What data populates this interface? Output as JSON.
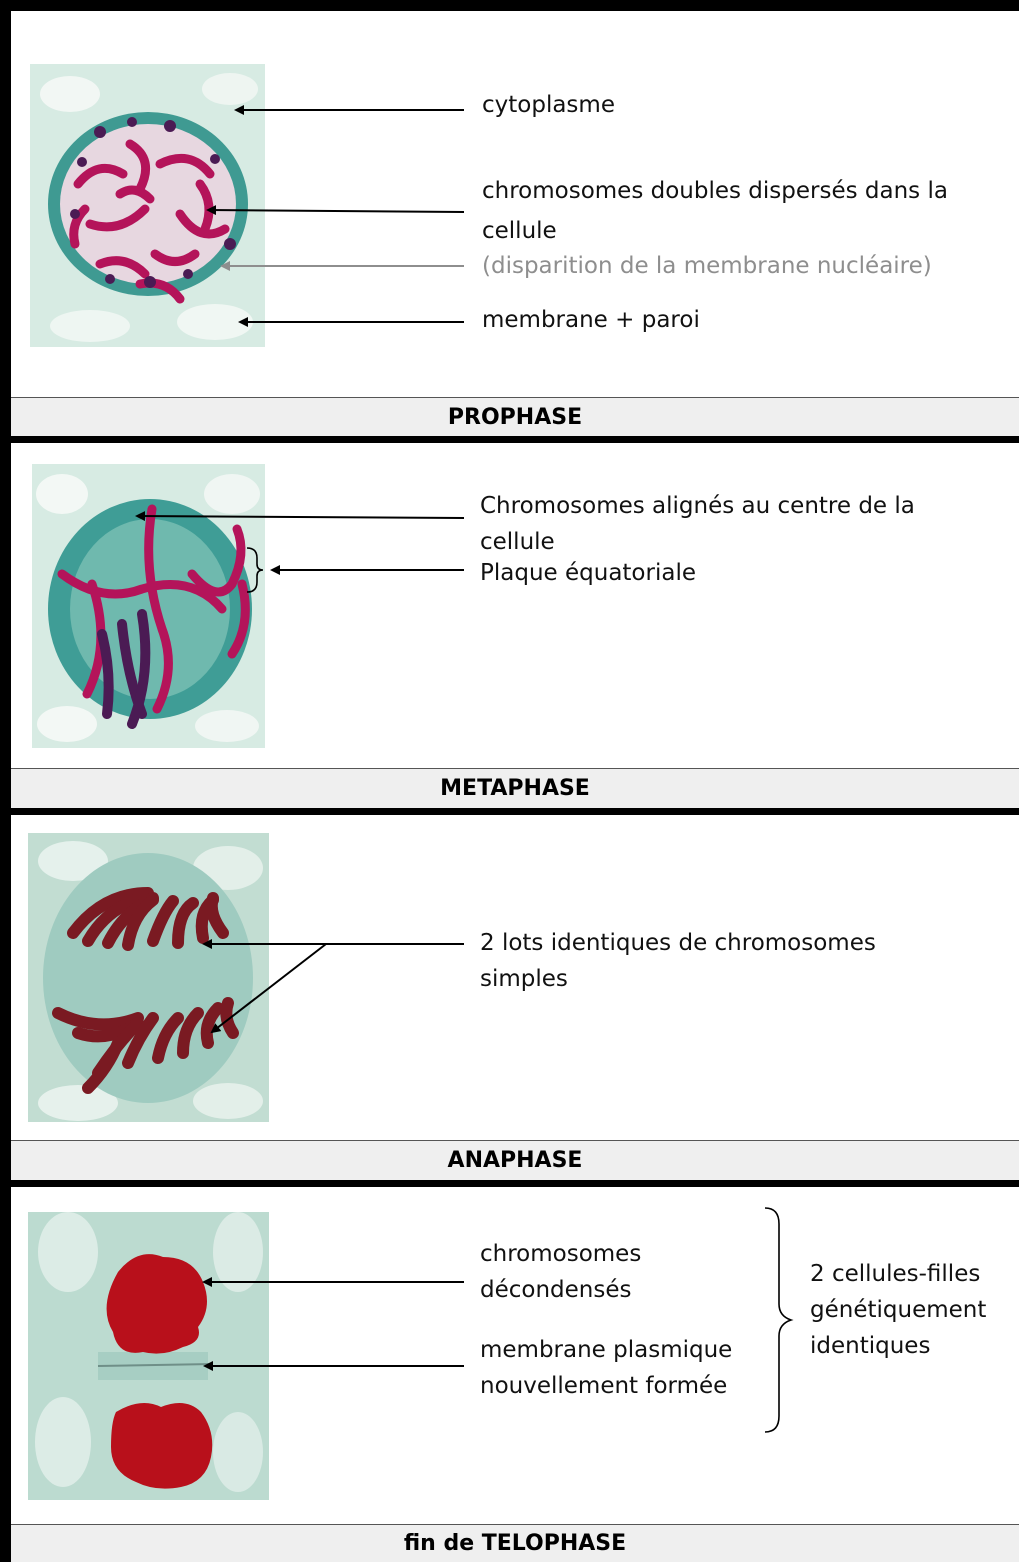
{
  "prophase": {
    "title": "PROPHASE",
    "labels": {
      "cytoplasme": "cytoplasme",
      "chromosomes": "chromosomes doubles dispersés dans la cellule",
      "membrane_nucleaire": "(disparition de la membrane nucléaire)",
      "membrane_paroi": "membrane + paroi"
    }
  },
  "metaphase": {
    "title": "METAPHASE",
    "labels": {
      "chromosomes": "Chromosomes alignés au centre de la cellule",
      "plaque": "Plaque équatoriale"
    }
  },
  "anaphase": {
    "title": "ANAPHASE",
    "labels": {
      "lots": "2 lots identiques de chromosomes simples"
    }
  },
  "telophase": {
    "title": "fin de TELOPHASE",
    "labels": {
      "decondenses": "chromosomes décondensés",
      "membrane": "membrane plasmique nouvellement formée",
      "filles": "2 cellules-filles génétiquement identiques"
    }
  },
  "colors": {
    "cell_bg": "#cfe6dc",
    "cytoplasm_green": "#4fa9a2",
    "chromosome_magenta": "#b4145a",
    "chromosome_dark": "#4b1b54",
    "anaphase_red": "#7a1a22",
    "telophase_red": "#b8101b",
    "label_gray": "#8e8e8e"
  }
}
